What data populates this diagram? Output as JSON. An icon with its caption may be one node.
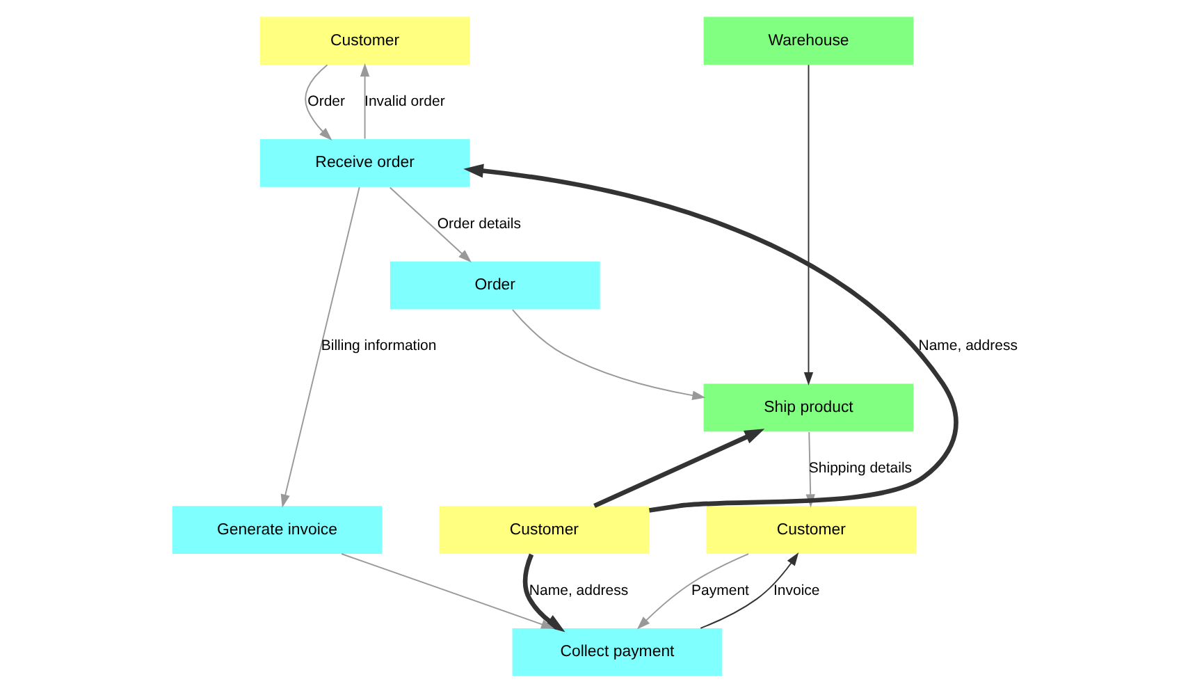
{
  "diagram": {
    "nodes": [
      {
        "text": [
          "Customer"
        ]
      },
      {
        "text": [
          "Warehouse"
        ]
      },
      {
        "text": [
          "Order"
        ]
      },
      {
        "text": [
          "Ship product"
        ]
      },
      {
        "text": [
          "Receive order"
        ]
      },
      {
        "text": [
          "Customer"
        ]
      },
      {
        "text": [
          "Customer"
        ]
      },
      {
        "text": [
          "Generate invoice"
        ]
      },
      {
        "text": [
          "Collect payment"
        ]
      }
    ],
    "edges": [
      {
        "from": 0,
        "to": 4,
        "arrow": "to",
        "label": "Order"
      },
      {
        "from": 4,
        "to": 0,
        "arrow": "to",
        "label": "Invalid order"
      },
      {
        "from": 4,
        "to": 2,
        "arrow": "to",
        "label": "Order details"
      },
      {
        "from": 2,
        "to": 3,
        "arrow": "to"
      },
      {
        "from": 1,
        "to": 3,
        "arrow": "to",
        "color": "#333333"
      },
      {
        "from": 5,
        "to": 4,
        "arrow": "to",
        "label": "Name, address",
        "style": "thick",
        "color": "#333333"
      },
      {
        "from": 5,
        "to": 3,
        "arrow": "to",
        "style": "thick",
        "color": "#333333"
      },
      {
        "from": 5,
        "to": 8,
        "arrow": "to",
        "label": "Name, address",
        "style": "thick",
        "color": "#333333"
      },
      {
        "from": 4,
        "to": 7,
        "arrow": "to",
        "label": "Billing information"
      },
      {
        "from": 7,
        "to": 8,
        "arrow": "to"
      },
      {
        "from": 3,
        "to": 6,
        "arrow": "to",
        "label": "Shipping details"
      },
      {
        "from": 6,
        "to": 8,
        "arrow": "to",
        "label": "Payment"
      },
      {
        "from": 8,
        "to": 6,
        "arrow": "to",
        "label": "Invoice",
        "color": "#333333"
      }
    ]
  }
}
